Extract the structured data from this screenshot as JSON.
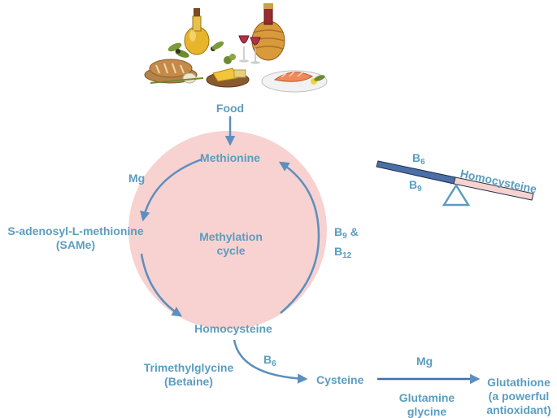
{
  "top": {
    "food": "Food"
  },
  "cycle": {
    "methionine": "Methionine",
    "center_line1": "Methylation",
    "center_line2": "cycle",
    "homocysteine": "Homocysteine",
    "mg": "Mg",
    "same_line1": "S-adenosyl-L-methionine",
    "same_line2": "(SAMe)",
    "b_letter": "B",
    "b9_sub": "9",
    "amp": "&",
    "b12_sub": "12"
  },
  "bottom": {
    "tmg_line1": "Trimethylglycine",
    "tmg_line2": "(Betaine)",
    "b_letter": "B",
    "b6_sub": "6",
    "cysteine": "Cysteine",
    "mg": "Mg",
    "glutamine": "Glutamine",
    "glycine": "glycine",
    "glut_line1": "Glutathione",
    "glut_line2": "(a powerful",
    "glut_line3": "antioxidant)"
  },
  "seesaw": {
    "b_letter": "B",
    "b6_sub": "6",
    "b9_sub": "9",
    "homocysteine": "Homocysteine"
  },
  "colors": {
    "label": "#5b9dc0",
    "arrow": "#5b8fbf",
    "cycle_fill": "#f7d2d0",
    "seesaw_blue": "#4a6fa8",
    "seesaw_pink": "#f6d3cf"
  },
  "icons": [
    "olive-oil-bottle-icon",
    "wine-bottle-icon",
    "bread-icon",
    "cheese-board-icon",
    "wine-glasses-icon",
    "salmon-plate-icon"
  ]
}
